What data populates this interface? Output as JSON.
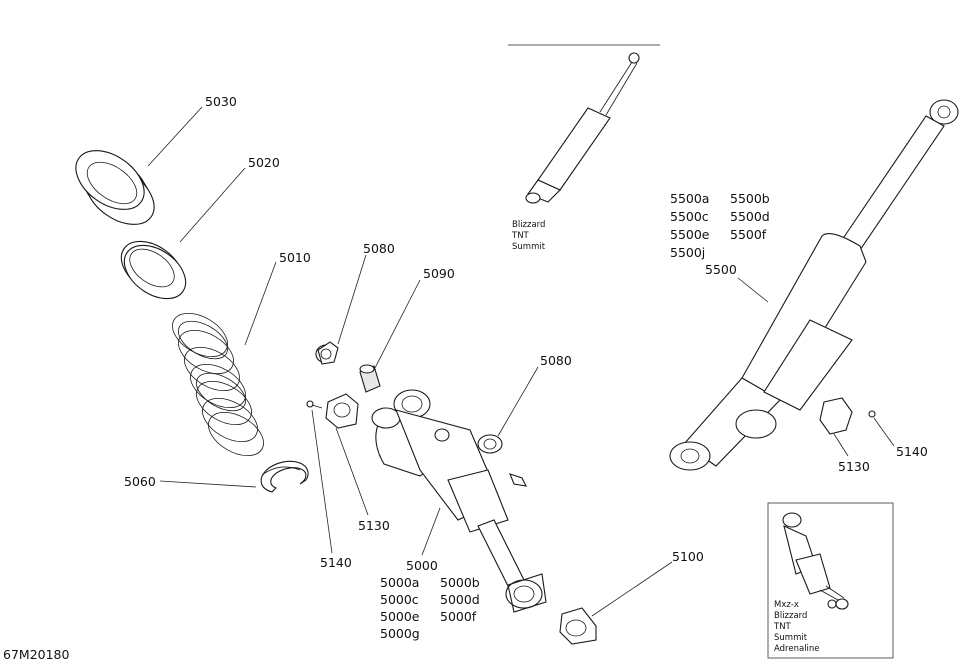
{
  "diagram": {
    "drawing_code": "67M20180",
    "parts": {
      "p5030": "5030",
      "p5020": "5020",
      "p5010": "5010",
      "p5060": "5060",
      "p5080a": "5080",
      "p5090": "5090",
      "p5080b": "5080",
      "p5130a": "5130",
      "p5140a": "5140",
      "p5000": "5000",
      "p5100": "5100",
      "p5500": "5500",
      "p5130b": "5130",
      "p5140b": "5140"
    },
    "variants_5000": [
      "5000a",
      "5000b",
      "5000c",
      "5000d",
      "5000e",
      "5000f",
      "5000g"
    ],
    "variants_5500": [
      "5500a",
      "5500b",
      "5500c",
      "5500d",
      "5500e",
      "5500f",
      "5500j"
    ],
    "inset_top": {
      "models": [
        "Blizzard",
        "TNT",
        "Summit"
      ]
    },
    "inset_bottom": {
      "models": [
        "Mxz-x",
        "Blizzard",
        "TNT",
        "Summit",
        "Adrenaline"
      ]
    }
  }
}
